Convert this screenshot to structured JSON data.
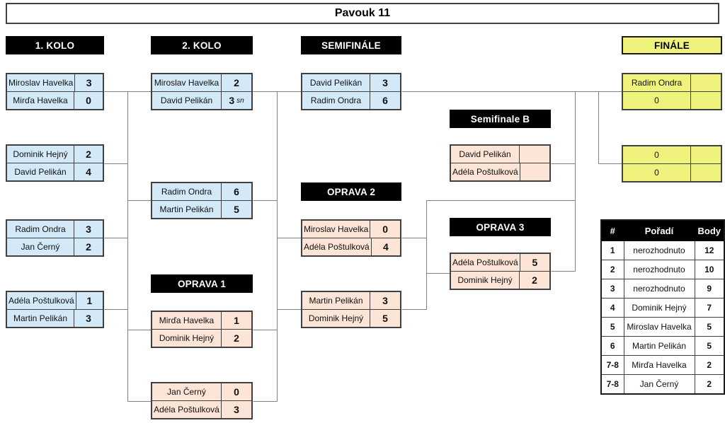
{
  "title": "Pavouk 11",
  "colors": {
    "match_blue": "#d3e9f8",
    "match_pink": "#fce4d6",
    "final_yellow": "#eff27c",
    "header_bg": "#000000",
    "connector_line": "#808080",
    "box_border": "#404040"
  },
  "round1": {
    "header": "1. KOLO",
    "matches": [
      {
        "rows": [
          {
            "name": "Miroslav Havelka",
            "score": "3"
          },
          {
            "name": "Mirďa Havelka",
            "score": "0"
          }
        ]
      },
      {
        "rows": [
          {
            "name": "Dominik Hejný",
            "score": "2"
          },
          {
            "name": "David Pelikán",
            "score": "4"
          }
        ]
      },
      {
        "rows": [
          {
            "name": "Radim Ondra",
            "score": "3"
          },
          {
            "name": "Jan Černý",
            "score": "2"
          }
        ]
      },
      {
        "rows": [
          {
            "name": "Adéla Poštulková",
            "score": "1"
          },
          {
            "name": "Martin Pelikán",
            "score": "3"
          }
        ]
      }
    ]
  },
  "round2": {
    "header": "2. KOLO",
    "matches": [
      {
        "rows": [
          {
            "name": "Miroslav Havelka",
            "score": "2"
          },
          {
            "name": "David Pelikán",
            "score": "3",
            "note": "sn"
          }
        ]
      },
      {
        "rows": [
          {
            "name": "Radim Ondra",
            "score": "6"
          },
          {
            "name": "Martin Pelikán",
            "score": "5"
          }
        ]
      }
    ]
  },
  "semifinal": {
    "header": "SEMIFINÁLE",
    "matches": [
      {
        "rows": [
          {
            "name": "David Pelikán",
            "score": "3"
          },
          {
            "name": "Radim Ondra",
            "score": "6"
          }
        ]
      }
    ]
  },
  "semifinal_b": {
    "header": "Semifinale B",
    "matches": [
      {
        "rows": [
          {
            "name": "David Pelikán",
            "score": ""
          },
          {
            "name": "Adéla Poštulková",
            "score": ""
          }
        ]
      }
    ]
  },
  "oprava1": {
    "header": "OPRAVA 1",
    "matches": [
      {
        "rows": [
          {
            "name": "Mirďa Havelka",
            "score": "1"
          },
          {
            "name": "Dominik Hejný",
            "score": "2"
          }
        ]
      },
      {
        "rows": [
          {
            "name": "Jan Černý",
            "score": "0"
          },
          {
            "name": "Adéla Poštulková",
            "score": "3"
          }
        ]
      }
    ]
  },
  "oprava2": {
    "header": "OPRAVA 2",
    "matches": [
      {
        "rows": [
          {
            "name": "Miroslav Havelka",
            "score": "0"
          },
          {
            "name": "Adéla Poštulková",
            "score": "4"
          }
        ]
      },
      {
        "rows": [
          {
            "name": "Martin Pelikán",
            "score": "3"
          },
          {
            "name": "Dominik Hejný",
            "score": "5"
          }
        ]
      }
    ]
  },
  "oprava3": {
    "header": "OPRAVA 3",
    "matches": [
      {
        "rows": [
          {
            "name": "Adéla Poštulková",
            "score": "5"
          },
          {
            "name": "Dominik Hejný",
            "score": "2"
          }
        ]
      }
    ]
  },
  "final": {
    "header": "FINÁLE",
    "matches": [
      {
        "rows": [
          {
            "name": "Radim Ondra",
            "score": ""
          },
          {
            "name": "0",
            "score": ""
          }
        ]
      },
      {
        "rows": [
          {
            "name": "0",
            "score": ""
          },
          {
            "name": "0",
            "score": ""
          }
        ]
      }
    ]
  },
  "standings": {
    "col_rank": "#",
    "col_name": "Pořadí",
    "col_points": "Body",
    "rows": [
      {
        "rank": "1",
        "name": "nerozhodnuto",
        "points": "12"
      },
      {
        "rank": "2",
        "name": "nerozhodnuto",
        "points": "10"
      },
      {
        "rank": "3",
        "name": "nerozhodnuto",
        "points": "9"
      },
      {
        "rank": "4",
        "name": "Dominik Hejný",
        "points": "7"
      },
      {
        "rank": "5",
        "name": "Miroslav Havelka",
        "points": "5"
      },
      {
        "rank": "6",
        "name": "Martin Pelikán",
        "points": "5"
      },
      {
        "rank": "7-8",
        "name": "Mirďa Havelka",
        "points": "2"
      },
      {
        "rank": "7-8",
        "name": "Jan Černý",
        "points": "2"
      }
    ]
  }
}
